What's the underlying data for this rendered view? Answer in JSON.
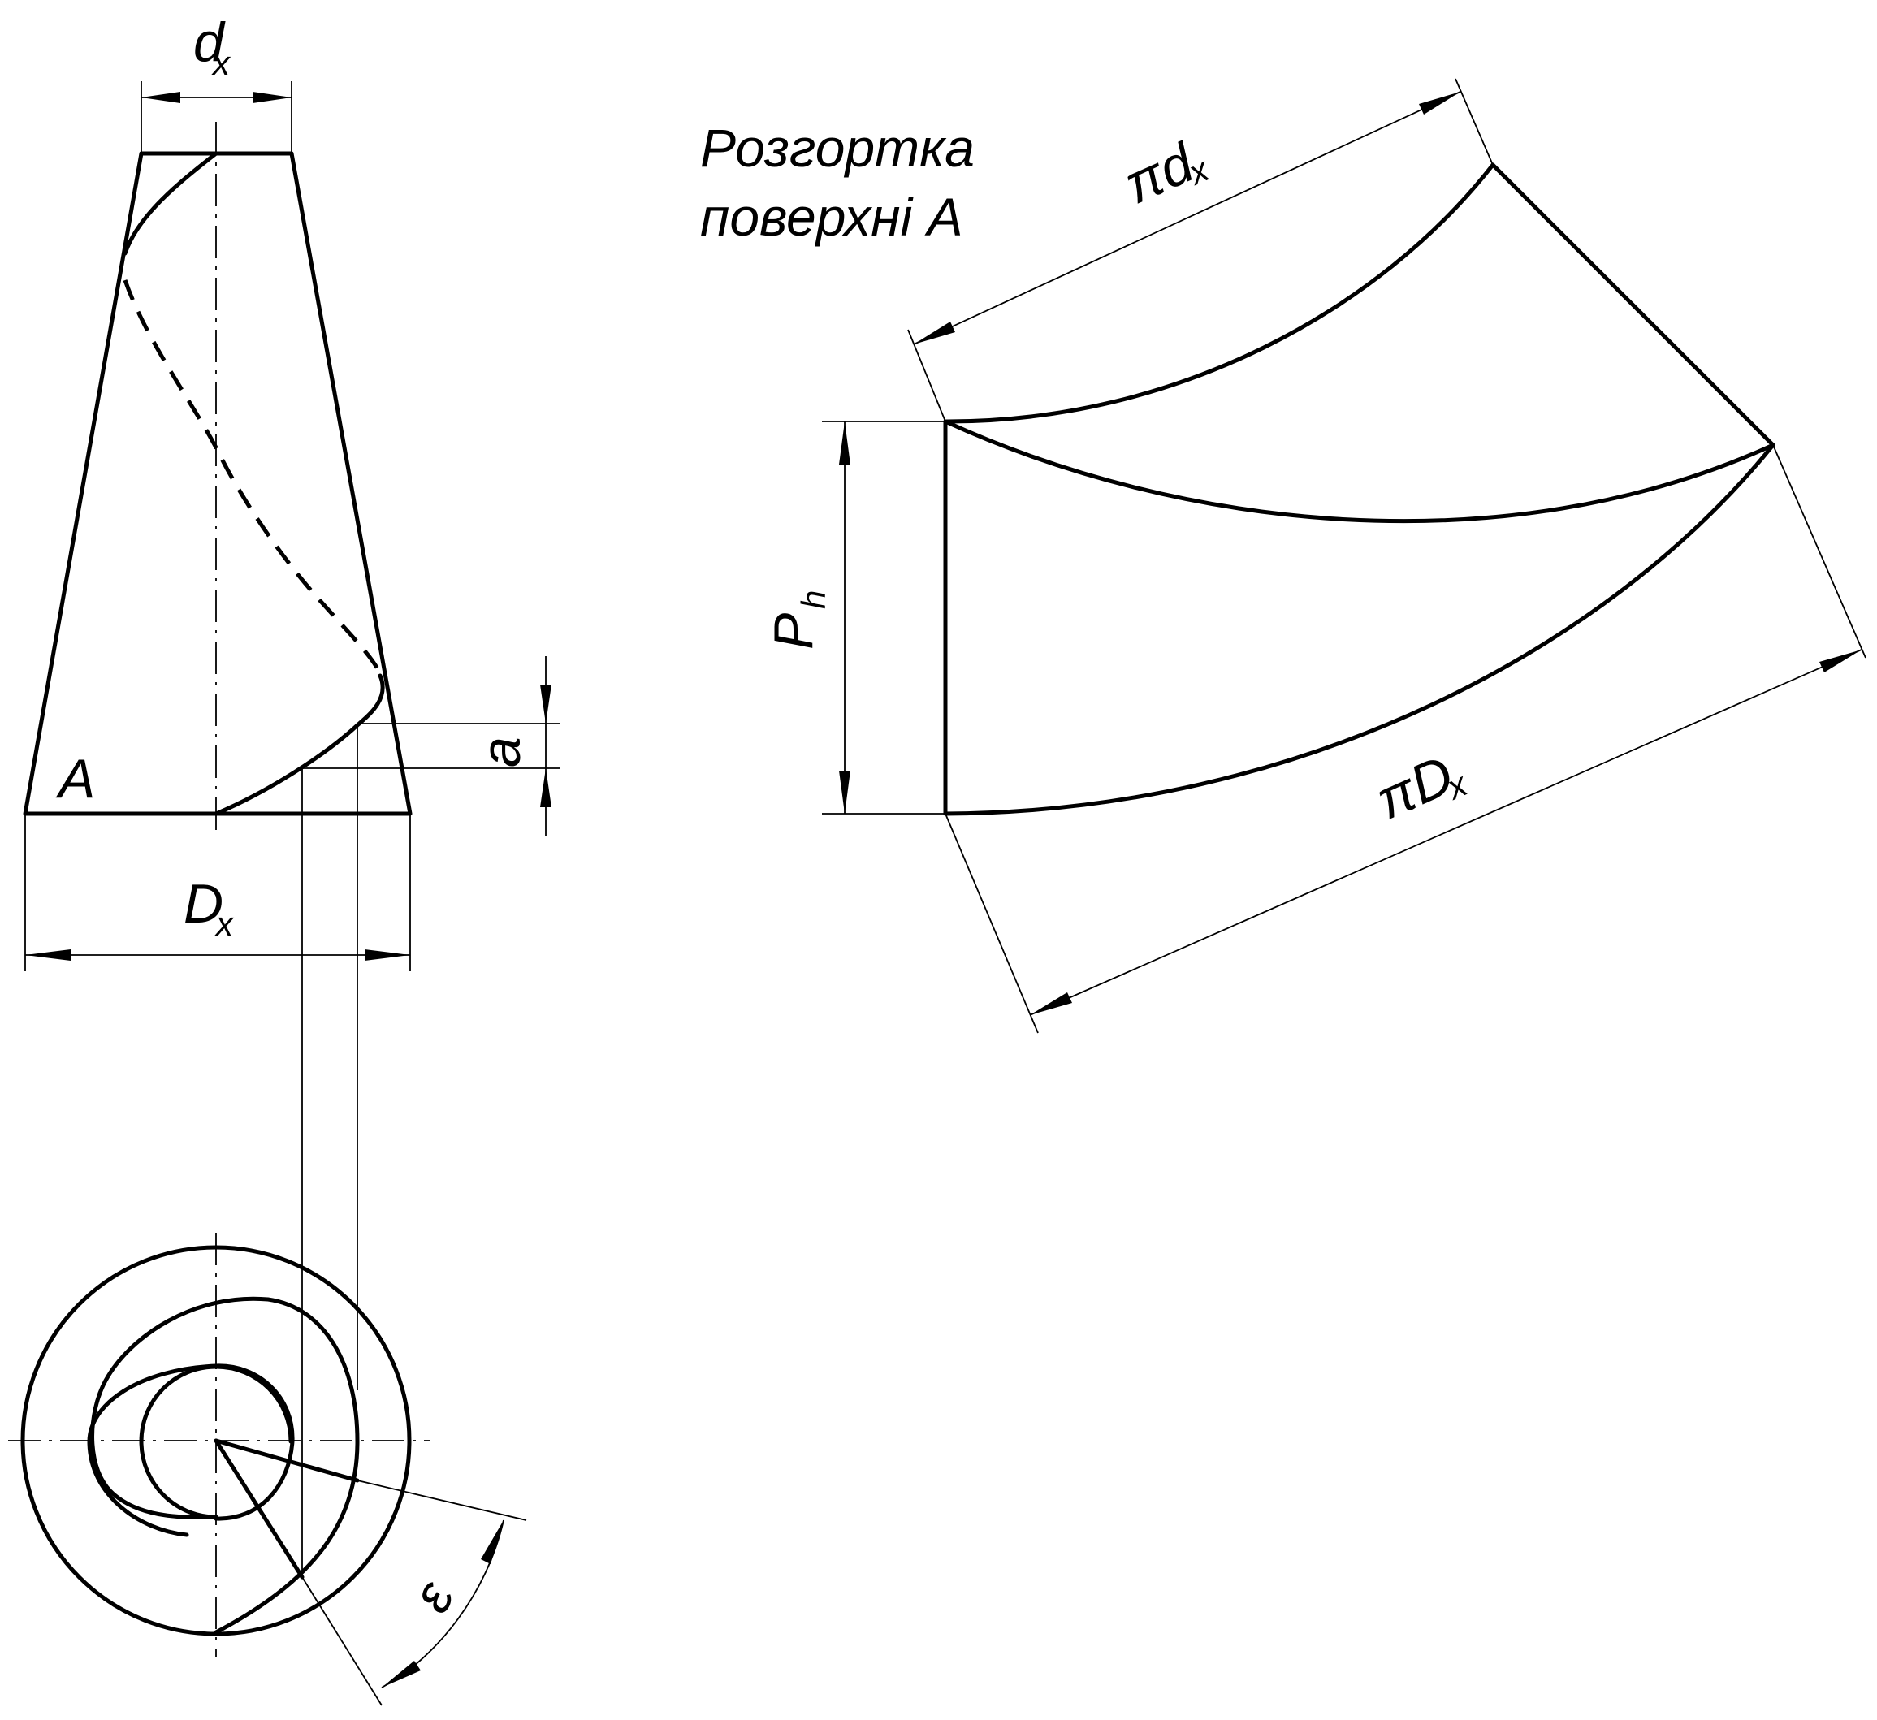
{
  "caption": {
    "line1": "Розгортка",
    "line2": "поверхні А"
  },
  "labels": {
    "d_main": "d",
    "d_sub": "x",
    "D_main": "D",
    "D_sub": "x",
    "surface": "A",
    "a": "a",
    "epsilon": "ε",
    "P_main": "P",
    "P_sub": "h",
    "pi_d_main": "πd",
    "pi_d_sub": "x",
    "pi_D_main": "πD",
    "pi_D_sub": "x"
  }
}
